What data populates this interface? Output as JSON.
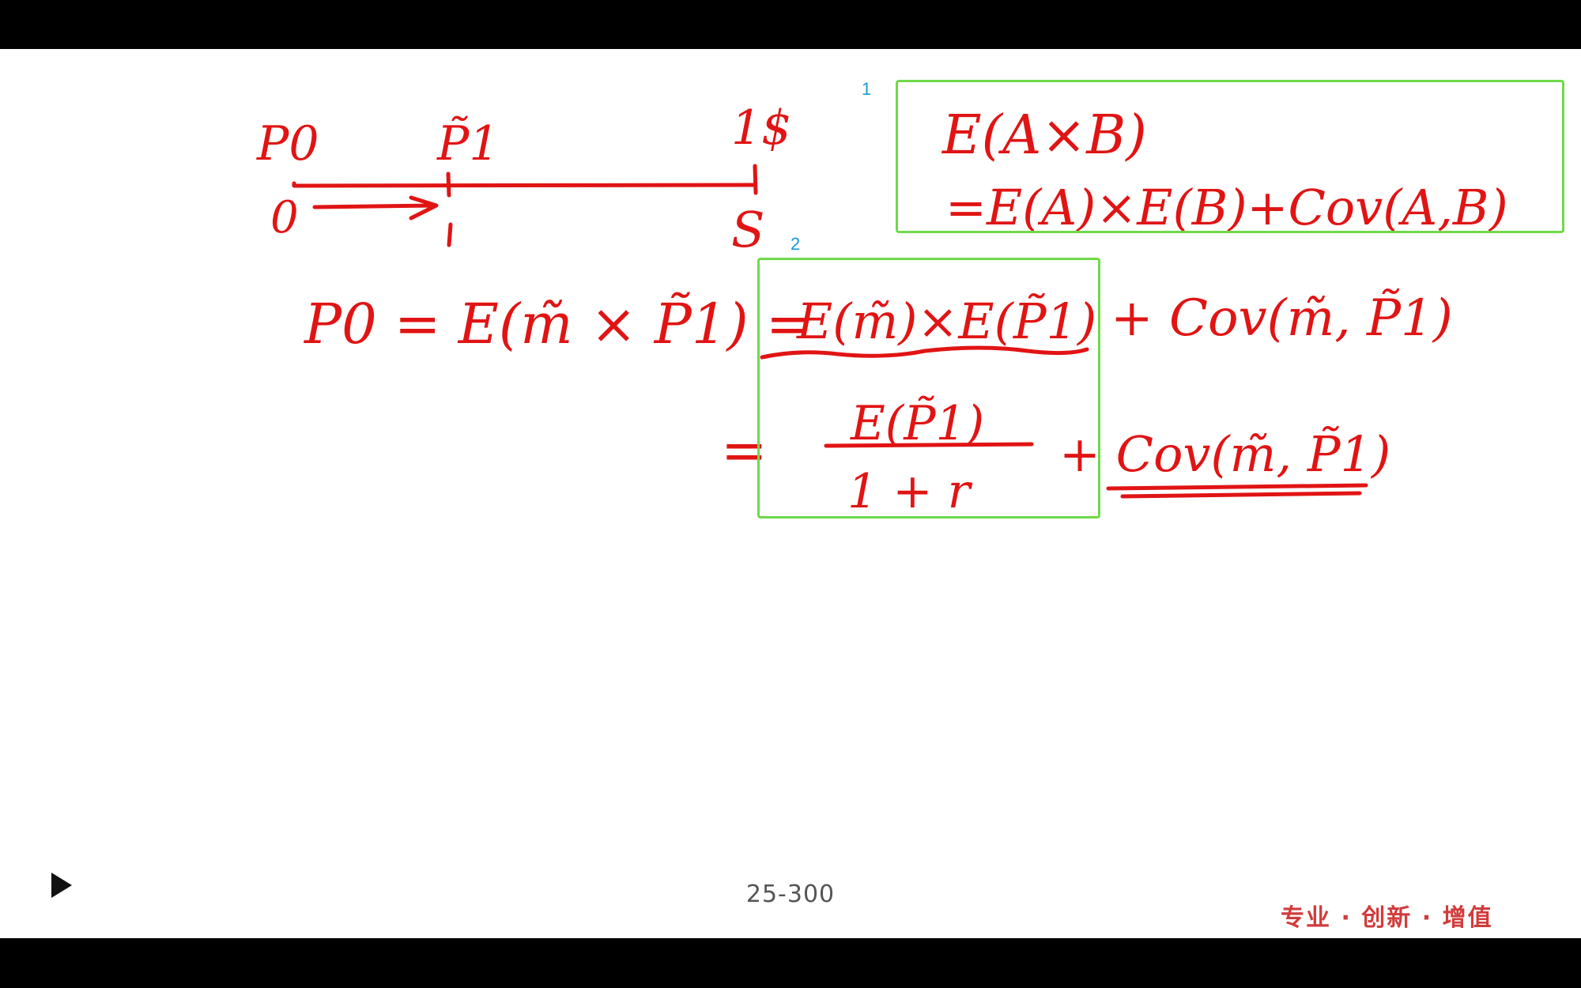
{
  "player": {
    "play_icon": "play-icon"
  },
  "slide": {
    "page_number": "25-300",
    "slogan": "专业 · 创新 · 增值",
    "box_1_number": "1",
    "box_2_number": "2"
  },
  "handwriting": {
    "timeline_p0": "P0",
    "timeline_p1": "P̃1",
    "timeline_dollar": "1$",
    "tick_0": "0",
    "tick_1": "1",
    "tick_s": "S",
    "box1_line1": "E(A×B)",
    "box1_line2": "=E(A)×E(B)+Cov(A,B)",
    "eq1_lhs": "P0 = E(m̃ × P̃1) =",
    "eq1_term1": "E(m̃)×E(P̃1)",
    "eq1_term2": "+ Cov(m̃, P̃1)",
    "eq2_eq": "=",
    "eq2_num": "E(P̃1)",
    "eq2_den": "1 + r",
    "eq2_term2": "+ Cov(m̃, P̃1)"
  },
  "colors": {
    "ink": "#e11414",
    "box_border": "#6fd94a",
    "box_number": "#1a9bd6",
    "slogan": "#d23b3b"
  }
}
